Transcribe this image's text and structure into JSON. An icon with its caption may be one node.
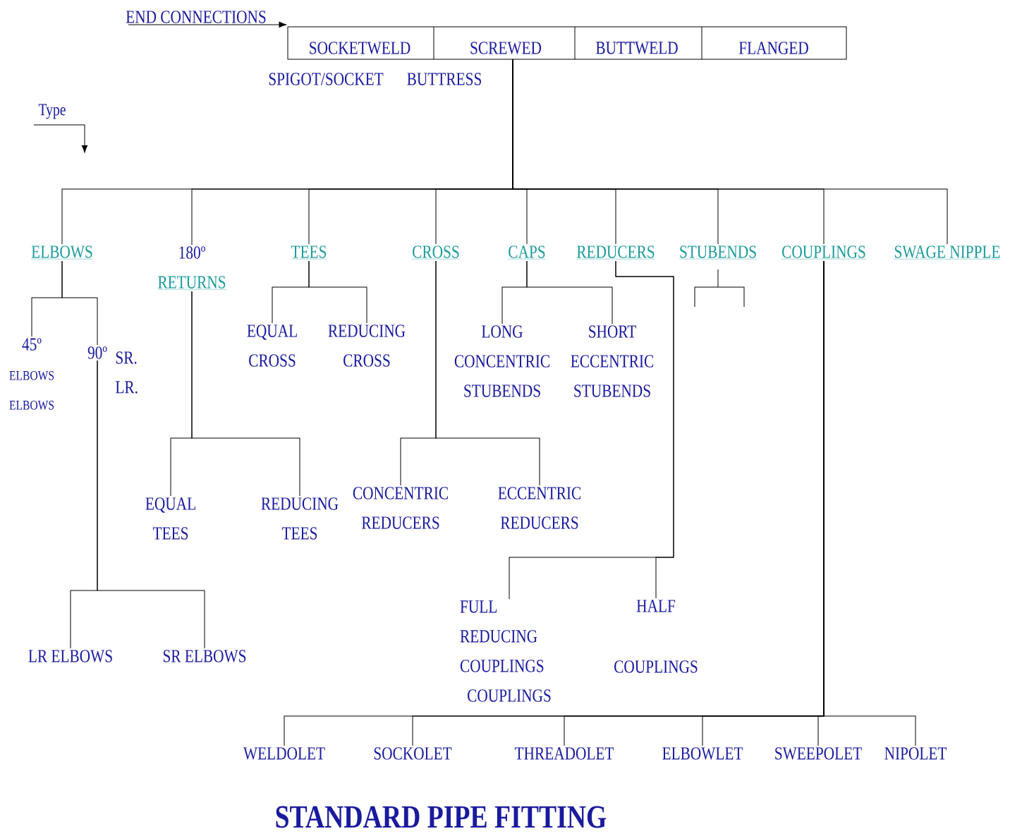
{
  "diagram": {
    "title": "STANDARD PIPE FITTING",
    "nodes": [
      {
        "text": [
          "END CONNECTIONS"
        ]
      },
      {
        "text": [
          "SOCKETWELD",
          "SCREWED",
          "BUTTWELD",
          "FLANGED"
        ],
        "beside": [
          "SPIGOT/SOCKET",
          "BUTTRESS"
        ]
      },
      {
        "text": [
          "ELBOWS"
        ]
      },
      {
        "text": [
          "180º",
          "RETURNS"
        ]
      },
      {
        "text": [
          "TEES"
        ]
      },
      {
        "text": [
          "CROSS"
        ]
      },
      {
        "text": [
          "CAPS"
        ]
      },
      {
        "text": [
          "REDUCERS"
        ]
      },
      {
        "text": [
          "STUBENDS"
        ]
      },
      {
        "text": [
          "COUPLINGS"
        ]
      },
      {
        "text": [
          "SWAGE NIPPLE"
        ]
      },
      {
        "text": [
          "45º",
          "ELBOWS",
          "ELBOWS"
        ]
      },
      {
        "text": [
          "90º"
        ],
        "beside": [
          "SR.",
          "LR."
        ]
      },
      {
        "text": [
          "EQUAL CROSS"
        ]
      },
      {
        "text": [
          "REDUCING CROSS"
        ]
      },
      {
        "text": [
          "LONG CONCENTRIC STUBENDS"
        ]
      },
      {
        "text": [
          "SHORT ECCENTRIC STUBENDS"
        ]
      },
      {
        "text": [
          "EQUAL TEES"
        ]
      },
      {
        "text": [
          "REDUCING TEES"
        ]
      },
      {
        "text": [
          "CONCENTRIC REDUCERS"
        ]
      },
      {
        "text": [
          "ECCENTRIC REDUCERS"
        ]
      },
      {
        "text": [
          "LR ELBOWS"
        ]
      },
      {
        "text": [
          "SR ELBOWS"
        ]
      },
      {
        "text": [
          "FULL REDUCING COUPLINGS"
        ]
      },
      {
        "text": [
          "HALF",
          "COUPLINGS"
        ]
      },
      {
        "text": [
          "WELDOLET"
        ]
      },
      {
        "text": [
          "SOCKOLET"
        ]
      },
      {
        "text": [
          "THREADOLET"
        ]
      },
      {
        "text": [
          "ELBOWLET"
        ]
      },
      {
        "text": [
          "SWEEPOLET"
        ]
      },
      {
        "text": [
          "NIPOLET"
        ]
      }
    ],
    "edges": [
      {
        "from": 0,
        "to": 1,
        "arrow": "to"
      },
      {
        "from": 1,
        "to": 2,
        "arrow": "none"
      },
      {
        "from": 1,
        "to": 3,
        "arrow": "none"
      },
      {
        "from": 1,
        "to": 4,
        "arrow": "none"
      },
      {
        "from": 1,
        "to": 5,
        "arrow": "none"
      },
      {
        "from": 1,
        "to": 6,
        "arrow": "none"
      },
      {
        "from": 1,
        "to": 7,
        "arrow": "none"
      },
      {
        "from": 1,
        "to": 8,
        "arrow": "none"
      },
      {
        "from": 1,
        "to": 9,
        "arrow": "none"
      },
      {
        "from": 1,
        "to": 10,
        "arrow": "none"
      },
      {
        "from": 2,
        "to": 11,
        "arrow": "none"
      },
      {
        "from": 2,
        "to": 12,
        "arrow": "none"
      },
      {
        "from": 12,
        "to": 21,
        "arrow": "none"
      },
      {
        "from": 12,
        "to": 22,
        "arrow": "none"
      },
      {
        "from": 3,
        "to": 17,
        "arrow": "none"
      },
      {
        "from": 3,
        "to": 18,
        "arrow": "none"
      },
      {
        "from": 4,
        "to": 13,
        "arrow": "none"
      },
      {
        "from": 4,
        "to": 14,
        "arrow": "none"
      },
      {
        "from": 5,
        "to": 19,
        "arrow": "none"
      },
      {
        "from": 5,
        "to": 20,
        "arrow": "none"
      },
      {
        "from": 6,
        "to": 15,
        "arrow": "none"
      },
      {
        "from": 6,
        "to": 16,
        "arrow": "none"
      },
      {
        "from": 7,
        "to": 23,
        "arrow": "none"
      },
      {
        "from": 7,
        "to": 24,
        "arrow": "none"
      },
      {
        "from": 9,
        "to": 25,
        "arrow": "none"
      },
      {
        "from": 9,
        "to": 26,
        "arrow": "none"
      },
      {
        "from": 9,
        "to": 27,
        "arrow": "none"
      },
      {
        "from": 9,
        "to": 28,
        "arrow": "none"
      },
      {
        "from": 9,
        "to": 29,
        "arrow": "none"
      },
      {
        "from": 9,
        "to": 30,
        "arrow": "none"
      }
    ],
    "labels": [
      "Type",
      "COUPLINGS"
    ]
  }
}
